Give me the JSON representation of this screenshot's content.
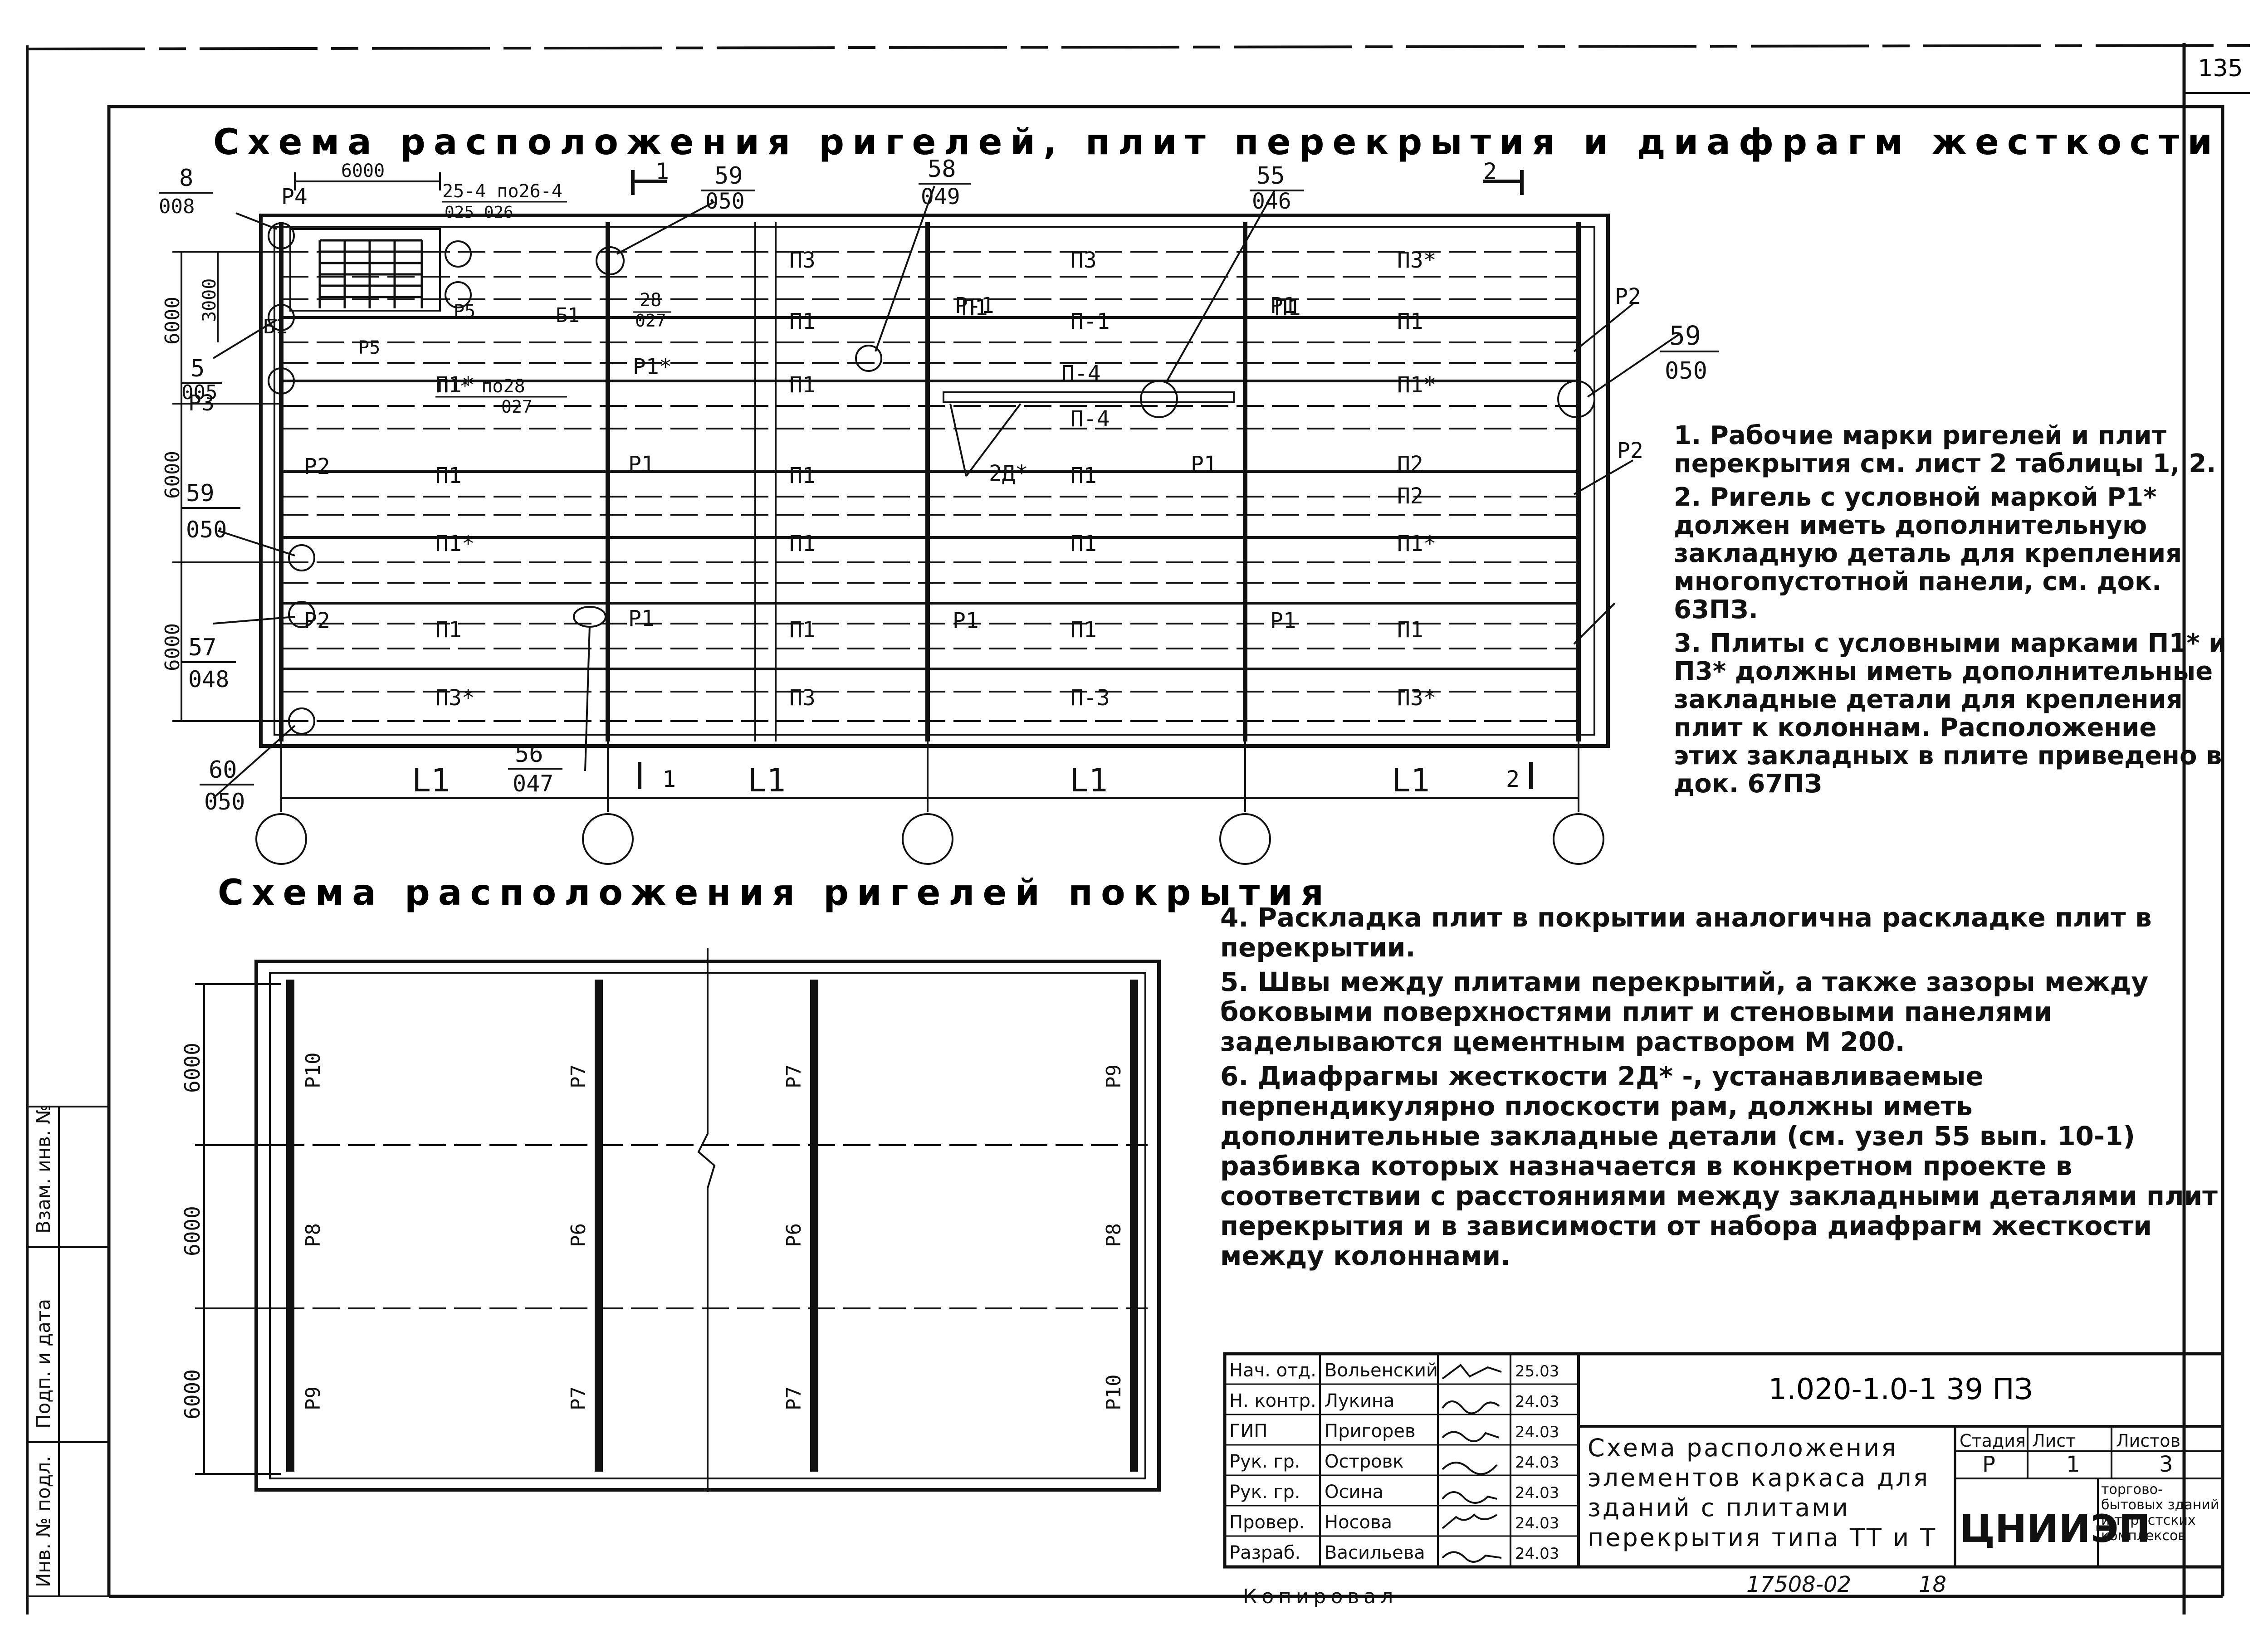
{
  "page_number": "135",
  "titles": {
    "plan": "Схема расположения ригелей, плит перекрытия и диафрагм жесткости",
    "roof": "Схема расположения ригелей покрытия"
  },
  "plan": {
    "dims_left": [
      "6000",
      "3000",
      "6000",
      "6000"
    ],
    "dim_top": "6000",
    "bays_bottom": [
      "L1",
      "L1",
      "L1",
      "L1"
    ],
    "section_marks": [
      "1",
      "1",
      "2",
      "2"
    ],
    "column_marks": [
      "Б1",
      "Б1"
    ],
    "panel_rows": [
      [
        "П3",
        "П3",
        "П3*"
      ],
      [
        "П1",
        "П1",
        "П-1",
        "П1",
        "П1"
      ],
      [
        "П1*",
        "П1",
        "П-4",
        "П-4",
        "П1*"
      ],
      [
        "П1",
        "П1",
        "П1",
        "П2",
        "П2"
      ],
      [
        "П1*",
        "П1",
        "П1",
        "П1*"
      ],
      [
        "П1",
        "П1",
        "П1",
        "П1"
      ],
      [
        "П3*",
        "П3",
        "П-3",
        "П3*"
      ]
    ],
    "beam_labels": [
      "Р1",
      "Р1",
      "Р1",
      "Р1",
      "Р1*",
      "Р-1",
      "Р1",
      "Р1",
      "Р2",
      "Р2",
      "Р2",
      "Р2",
      "Р3",
      "Р4",
      "Р5",
      "Р5"
    ],
    "diaphragm_label": "2Д*",
    "callouts": [
      {
        "num": "8",
        "den": "008"
      },
      {
        "num": "5",
        "den": "005"
      },
      {
        "num": "59",
        "den": "050"
      },
      {
        "num": "57",
        "den": "048"
      },
      {
        "num": "60",
        "den": "050"
      },
      {
        "num": "56",
        "den": "047"
      },
      {
        "num": "59",
        "den": "050"
      },
      {
        "num": "58",
        "den": "049"
      },
      {
        "num": "55",
        "den": "046"
      },
      {
        "num": "59",
        "den": "050"
      },
      {
        "num": "25-4 по26-4",
        "den": "025   026"
      },
      {
        "num": "28",
        "den": "027"
      },
      {
        "num": "П1* по28",
        "den": "027"
      }
    ]
  },
  "roof": {
    "dims_left": [
      "6000",
      "6000",
      "6000"
    ],
    "columns": [
      [
        "Р10",
        "Р8",
        "Р9"
      ],
      [
        "Р7",
        "Р6",
        "Р7"
      ],
      [
        "Р7",
        "Р6",
        "Р7"
      ],
      [
        "Р9",
        "Р8",
        "Р10"
      ]
    ]
  },
  "notes": [
    "1. Рабочие марки ригелей и плит перекрытия см. лист 2 таблицы 1, 2.",
    "2. Ригель с условной маркой Р1* должен иметь дополнительную закладную деталь для крепления многопустотной панели, см. док. 63ПЗ.",
    "3. Плиты с условными марками П1* и П3* должны иметь дополнительные закладные детали для крепления плит к колоннам. Расположение этих закладных в плите приведено в док. 67ПЗ",
    "4. Раскладка плит в покрытии аналогична раскладке плит в перекрытии.",
    "5. Швы между плитами перекрытий, а также зазоры между боковыми поверхностями плит и стеновыми панелями заделываются цементным раствором М 200.",
    "6. Диафрагмы жесткости 2Д* -, устанавливаемые перпендикулярно плоскости рам, должны иметь дополнительные закладные детали (см. узел 55 вып. 10-1) разбивка которых назначается в конкретном проекте в соответствии с расстояниями между закладными деталями плит перекрытия и в зависимости от набора диафрагм жесткости между колоннами."
  ],
  "stamp": {
    "signatures": [
      {
        "role": "Нач. отд.",
        "name": "Вольенский",
        "date": "25.03"
      },
      {
        "role": "Н. контр.",
        "name": "Лукина",
        "date": "24.03"
      },
      {
        "role": "ГИП",
        "name": "Пригорев",
        "date": "24.03"
      },
      {
        "role": "Рук. гр.",
        "name": "Островк",
        "date": "24.03"
      },
      {
        "role": "Рук. гр.",
        "name": "Осина",
        "date": "24.03"
      },
      {
        "role": "Провер.",
        "name": "Носова",
        "date": "24.03"
      },
      {
        "role": "Разраб.",
        "name": "Васильева",
        "date": "24.03"
      }
    ],
    "code": "1.020-1.0-1  39 ПЗ",
    "description": "Схема расположения элементов каркаса для зданий с плитами перекрытия типа ТТ и Т",
    "stage_label": "Стадия",
    "sheet_label": "Лист",
    "sheets_label": "Листов",
    "stage": "Р",
    "sheet": "1",
    "sheets": "3",
    "org": "ЦНИИЭП",
    "org_sub": "торгово-бытовых зданий и туристских комплексов"
  },
  "side_stamp": [
    "Инв. № подл.",
    "Подп. и дата",
    "Взам. инв. №"
  ],
  "bottom_text": {
    "left": "Копировал",
    "code": "17508-02",
    "num": "18"
  }
}
